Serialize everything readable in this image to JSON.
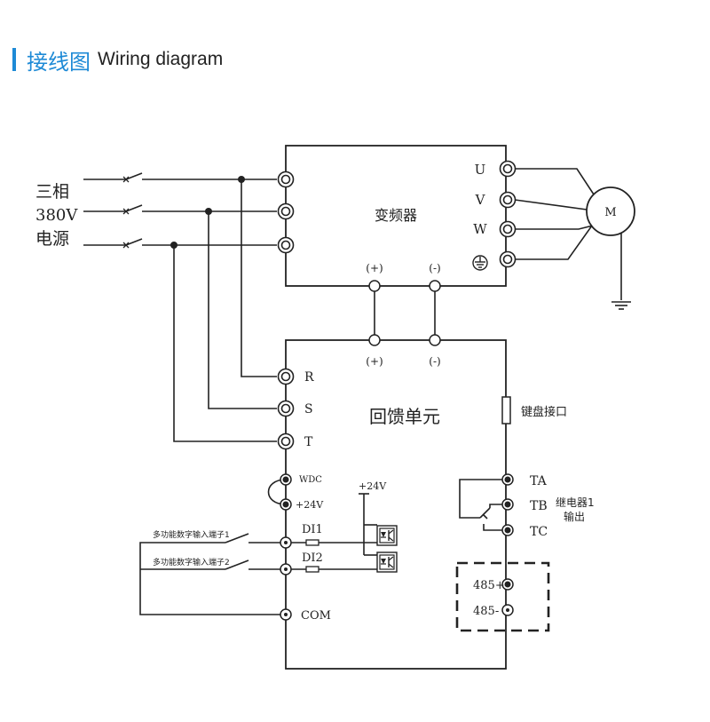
{
  "header": {
    "title_cn": "接线图",
    "title_en": "Wiring diagram"
  },
  "power": {
    "line1": "三相",
    "line2": "380V",
    "line3": "电源"
  },
  "inverter": {
    "label": "变频器",
    "out_u": "U",
    "out_v": "V",
    "out_w": "W",
    "dc_plus": "(+)",
    "dc_minus": "(-)"
  },
  "motor": {
    "label": "M"
  },
  "feedback": {
    "label": "回馈单元",
    "dc_plus": "(+)",
    "dc_minus": "(-)",
    "in_r": "R",
    "in_s": "S",
    "in_t": "T",
    "keypad": "键盘接口",
    "wdc": "WDC",
    "p24v": "+24V",
    "di1": "DI1",
    "di2": "DI2",
    "com": "COM",
    "supply": "+24V",
    "di1_desc": "多功能数字输入端子1",
    "di2_desc": "多功能数字输入端子2",
    "ta": "TA",
    "tb": "TB",
    "tc": "TC",
    "relay_line1": "继电器1",
    "relay_line2": "输出",
    "rs485_plus": "485+",
    "rs485_minus": "485-"
  }
}
